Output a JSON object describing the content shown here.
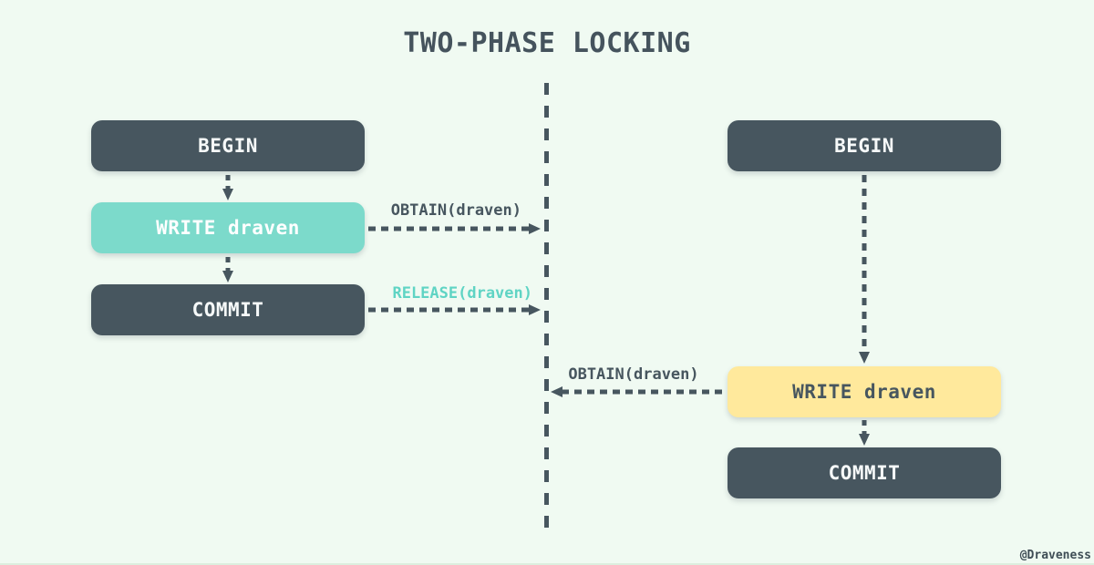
{
  "title": "TWO-PHASE LOCKING",
  "watermark": "@Draveness",
  "colors": {
    "background": "#f0faf2",
    "node_dark": "#47565f",
    "node_teal": "#7cdacb",
    "node_yellow": "#ffe99c",
    "text_on_dark": "#f6f9f9",
    "release_label": "#5fd4c4",
    "arrow": "#47565f",
    "title_text": "#45535d",
    "bottom_edge": "#dceede"
  },
  "left_transaction": {
    "steps": [
      {
        "label": "BEGIN"
      },
      {
        "label": "WRITE draven"
      },
      {
        "label": "COMMIT"
      }
    ]
  },
  "right_transaction": {
    "steps": [
      {
        "label": "BEGIN"
      },
      {
        "label": "WRITE draven"
      },
      {
        "label": "COMMIT"
      }
    ]
  },
  "lock_messages": {
    "left_obtain": "OBTAIN(draven)",
    "left_release": "RELEASE(draven)",
    "right_obtain": "OBTAIN(draven)"
  }
}
